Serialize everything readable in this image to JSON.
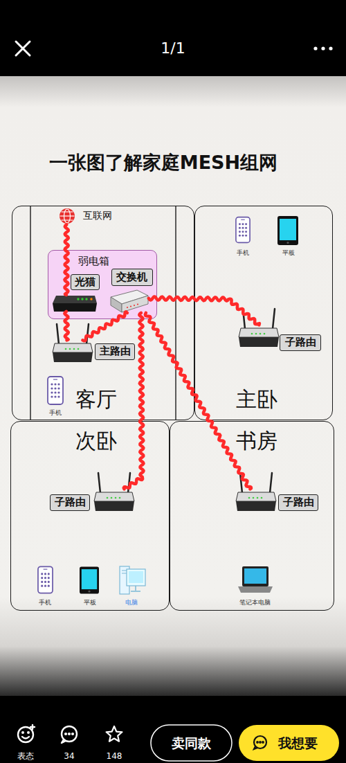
{
  "diagram": {
    "title": "一张图了解家庭MESH组网",
    "nodes": [
      {
        "text": [
          "客厅"
        ]
      },
      {
        "text": [
          "互联网"
        ],
        "in": 0
      },
      {
        "text": [
          "弱电箱"
        ],
        "in": 0
      },
      {
        "text": [
          "光猫"
        ],
        "in": 2
      },
      {
        "text": [
          "交换机"
        ],
        "in": 2
      },
      {
        "text": [
          "主路由"
        ],
        "in": 0
      },
      {
        "text": [
          "主卧"
        ]
      },
      {
        "text": [
          "子路由"
        ],
        "in": 6
      },
      {
        "text": [
          "次卧"
        ]
      },
      {
        "text": [
          "子路由"
        ],
        "in": 8
      },
      {
        "text": [
          "书房"
        ]
      },
      {
        "text": [
          "子路由"
        ],
        "in": 10
      }
    ],
    "edges": [
      {
        "from": 1,
        "to": 3,
        "arrow": "none"
      },
      {
        "from": 3,
        "to": 5,
        "arrow": "none"
      },
      {
        "from": 5,
        "to": 4,
        "arrow": "none"
      },
      {
        "from": 4,
        "to": 7,
        "arrow": "none"
      },
      {
        "from": 4,
        "to": 9,
        "arrow": "none"
      },
      {
        "from": 4,
        "to": 11,
        "arrow": "none"
      }
    ],
    "labels": [
      "1/1",
      "手机",
      "平板",
      "手机",
      "手机",
      "平板",
      "电脑",
      "笔记本电脑",
      "表态",
      "34",
      "148",
      "卖同款",
      "我想要"
    ]
  }
}
